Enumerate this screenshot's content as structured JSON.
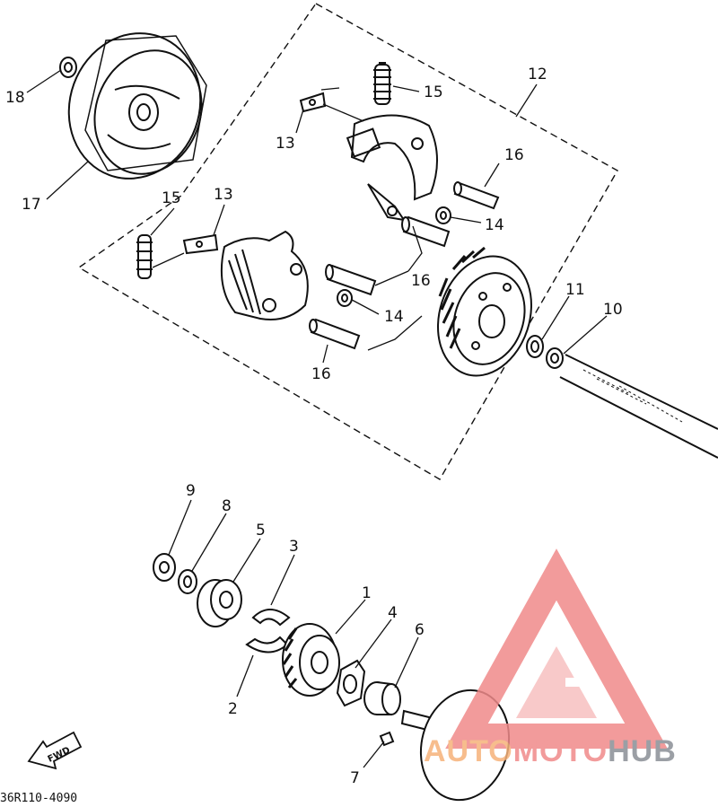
{
  "diagram": {
    "callouts": [
      "18",
      "17",
      "15",
      "13",
      "16",
      "14",
      "15",
      "13",
      "12",
      "14",
      "16",
      "16",
      "11",
      "10",
      "9",
      "8",
      "5",
      "3",
      "1",
      "4",
      "6",
      "2",
      "7"
    ],
    "direction_label": "FWD",
    "reference_code": "36R110-4090"
  },
  "watermark": {
    "word_part1": "AUTO",
    "word_part2": "MOTO",
    "word_part3": "HUB",
    "color_orange": "#f6b27a",
    "color_pink": "#f08a8a",
    "color_gray": "#8a8f96"
  }
}
